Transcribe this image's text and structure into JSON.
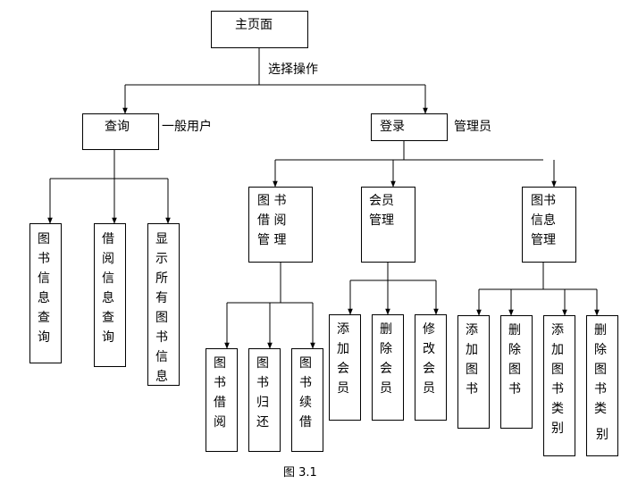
{
  "nodes": {
    "home": "主页面",
    "choose_op": "选择操作",
    "query": "查询",
    "general_user": "一般用户",
    "login": "登录",
    "admin": "管理员",
    "book_info_query": "图书信息查询",
    "borrow_info_query": "借阅信息查询",
    "show_all_books": "显示所有图书信息",
    "borrow_mgmt_line1": "图 书",
    "borrow_mgmt_line2": "借 阅",
    "borrow_mgmt_line3": "管 理",
    "member_mgmt_line1": "会员",
    "member_mgmt_line2": "管理",
    "book_mgmt_line1": "图书",
    "book_mgmt_line2": "信息",
    "book_mgmt_line3": "管理",
    "book_borrow": "图书借阅",
    "book_return": "图书归还",
    "book_renew": "图书续借",
    "add_member": "添加会员",
    "delete_member": "删除会员",
    "modify_member": "修改会员",
    "add_book": "添加图书",
    "delete_book": "删除图书",
    "add_book_category": "添加图书类别",
    "delete_book_category_main": "删除图书类",
    "delete_book_category_last": "别"
  },
  "caption": "图 3.1"
}
